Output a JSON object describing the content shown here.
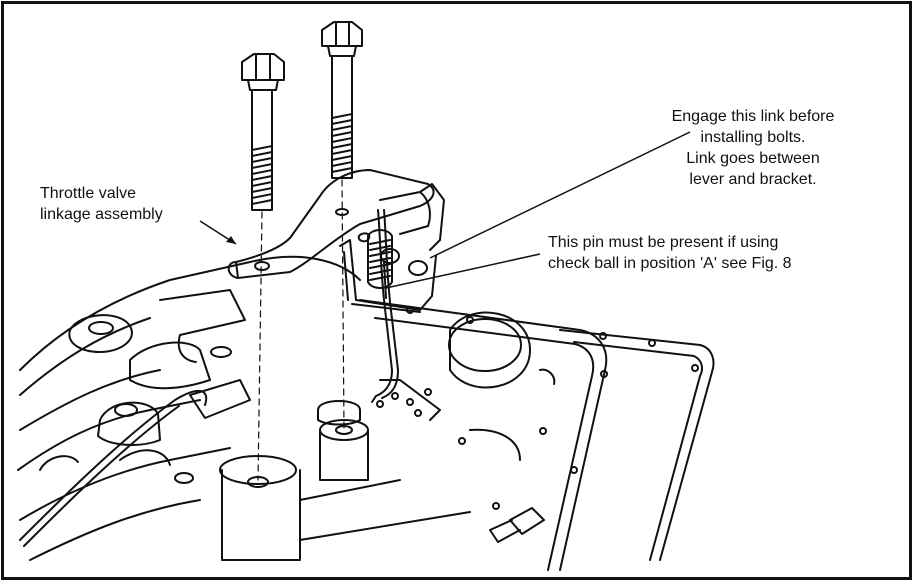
{
  "callouts": {
    "throttle_linkage": {
      "lines": [
        "Throttle valve",
        "linkage assembly"
      ]
    },
    "engage_link": {
      "lines": [
        "Engage this link before",
        "installing bolts.",
        "Link goes between",
        "lever and bracket."
      ]
    },
    "pin_note": {
      "lines": [
        "This pin must be present if  using",
        "check ball in position 'A' see Fig. 8"
      ]
    }
  },
  "colors": {
    "ink": "#111111",
    "paper": "#ffffff"
  }
}
